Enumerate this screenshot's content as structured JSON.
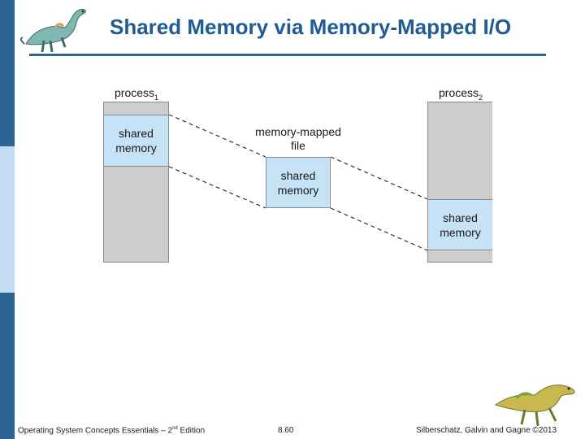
{
  "slide": {
    "title": "Shared Memory via Memory-Mapped I/O"
  },
  "diagram": {
    "process1": {
      "label": "process",
      "subscript": "1",
      "region_label": "shared\nmemory"
    },
    "process2": {
      "label": "process",
      "subscript": "2",
      "region_label": "shared\nmemory"
    },
    "mapped_file": {
      "label": "memory-mapped\nfile",
      "box_label": "shared\nmemory"
    }
  },
  "footer": {
    "left_main": "Operating System Concepts Essentials – 2",
    "left_sup": "nd",
    "left_tail": " Edition",
    "page": "8.60",
    "right": "Silberschatz, Galvin and Gagne ©2013"
  },
  "colors": {
    "title": "#1f5b95",
    "side_bar_dark": "#2d6496",
    "side_bar_light": "#c3dcf2",
    "memory_gray": "#cdcdcd",
    "shared_blue": "#c5e2f6"
  },
  "icons": [
    "dinosaur-logo-icon",
    "dinosaur-mascot-icon"
  ]
}
